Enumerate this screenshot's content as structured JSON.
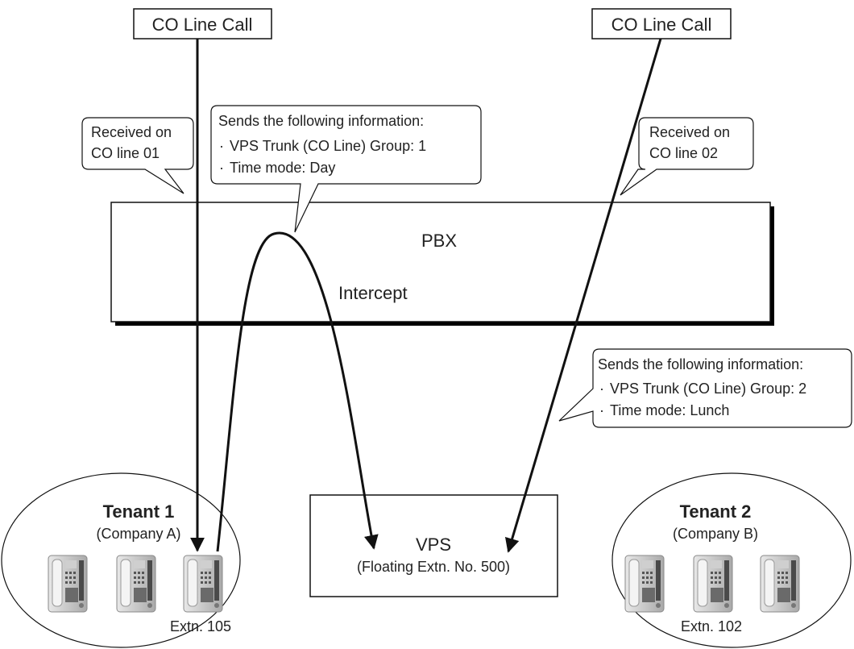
{
  "co_call_left": {
    "label": "CO Line Call"
  },
  "co_call_right": {
    "label": "CO Line Call"
  },
  "callout_left": {
    "line1": "Received on",
    "line2": "CO line 01"
  },
  "callout_right": {
    "line1": "Received on",
    "line2": "CO line 02"
  },
  "callout_info_top": {
    "title": "Sends the following information:",
    "item1": "VPS Trunk (CO Line) Group: 1",
    "item2": "Time mode: Day"
  },
  "callout_info_bottom": {
    "title": "Sends the following information:",
    "item1": "VPS Trunk (CO Line) Group: 2",
    "item2": "Time mode: Lunch"
  },
  "pbx": {
    "label": "PBX",
    "intercept": "Intercept"
  },
  "vps": {
    "label": "VPS",
    "sub": "(Floating Extn. No. 500)"
  },
  "tenant1": {
    "name": "Tenant 1",
    "company": "(Company A)",
    "extn": "Extn. 105"
  },
  "tenant2": {
    "name": "Tenant 2",
    "company": "(Company B)",
    "extn": "Extn. 102"
  },
  "bullet": "·"
}
